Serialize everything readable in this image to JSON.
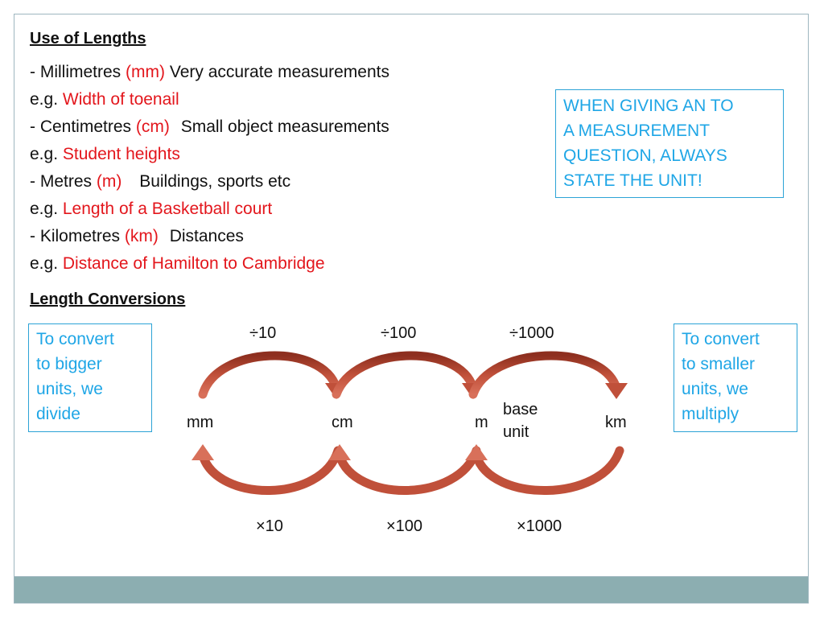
{
  "use_of_lengths": {
    "heading": "Use of Lengths",
    "lines": [
      {
        "name": "- Millimetres",
        "abbr": "(mm)",
        "desc": "Very accurate measurements"
      },
      {
        "eg": "e.g.",
        "example": "Width of toenail"
      },
      {
        "name": "- Centimetres",
        "abbr": "(cm)",
        "desc": "Small object measurements"
      },
      {
        "eg": "e.g.",
        "example": "Student heights"
      },
      {
        "name": "- Metres",
        "abbr": "(m)",
        "desc": "Buildings, sports etc"
      },
      {
        "eg": "e.g.",
        "example": "Length of a Basketball court"
      },
      {
        "name": "- Kilometres",
        "abbr": "(km)",
        "desc": "Distances"
      },
      {
        "eg": "e.g.",
        "example": "Distance of Hamilton to Cambridge"
      }
    ]
  },
  "notice_box": [
    "WHEN GIVING AN TO",
    "A  MEASUREMENT",
    "QUESTION, ALWAYS",
    "STATE THE UNIT!"
  ],
  "conversions": {
    "heading": "Length Conversions",
    "left_box": [
      "To convert",
      "to bigger",
      "units, we",
      "divide"
    ],
    "right_box": [
      "To convert",
      "to smaller",
      "units, we",
      "multiply"
    ],
    "units": [
      "mm",
      "cm",
      "m",
      "km"
    ],
    "base_unit": [
      "base",
      "unit"
    ],
    "divide_labels": [
      "÷10",
      "÷100",
      "÷1000"
    ],
    "multiply_labels": [
      "×10",
      "×100",
      "×1000"
    ],
    "colors": {
      "arrow": "#c0503a",
      "arrow_dark": "#8e2f1f",
      "accent_red": "#e3161c",
      "box_blue": "#1fa6e6"
    }
  }
}
